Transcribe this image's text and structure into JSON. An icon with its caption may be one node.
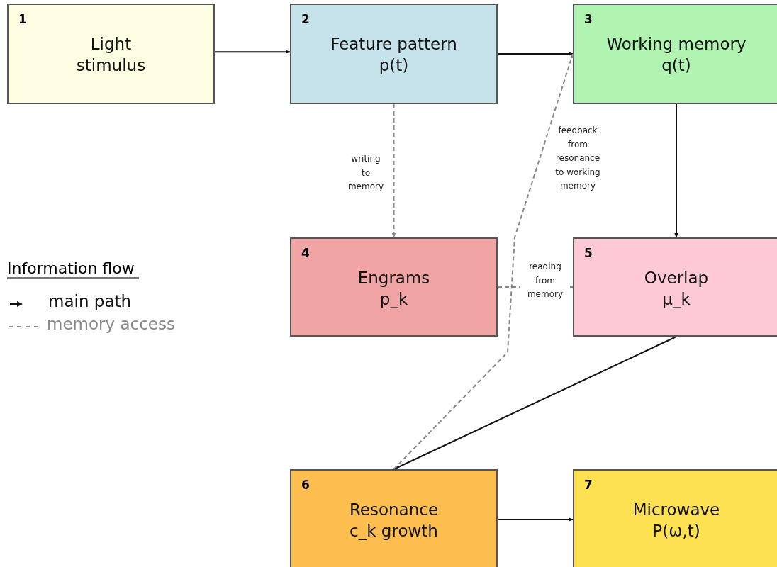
{
  "diagram": {
    "nodes": [
      {
        "text": [
          "1",
          "Light stimulus"
        ]
      },
      {
        "text": [
          "2",
          "Feature pattern",
          "p(t)"
        ]
      },
      {
        "text": [
          "3",
          "Working memory",
          "q(t)"
        ]
      },
      {
        "text": [
          "4",
          "Engrams",
          "p_k"
        ]
      },
      {
        "text": [
          "5",
          "Overlap",
          "μ_k"
        ]
      },
      {
        "text": [
          "6",
          "Resonance",
          "c_k growth"
        ]
      },
      {
        "text": [
          "7",
          "Microwave",
          "P(ω,t)"
        ]
      }
    ],
    "edges": [
      {
        "from": 0,
        "to": 1,
        "arrow": "to"
      },
      {
        "from": 1,
        "to": 2,
        "arrow": "to"
      },
      {
        "from": 1,
        "to": 3,
        "arrow": "to",
        "label": "writing to memory",
        "style": "dashed",
        "color": "#888888"
      },
      {
        "from": 2,
        "to": 4,
        "arrow": "to"
      },
      {
        "from": 3,
        "to": 4,
        "arrow": "to",
        "label": "reading from memory",
        "style": "dashed",
        "color": "#888888"
      },
      {
        "from": 4,
        "to": 5,
        "arrow": "to"
      },
      {
        "from": 5,
        "to": 2,
        "arrow": "to",
        "label": "feedback from resonance to working memory",
        "style": "dashed",
        "color": "#888888"
      },
      {
        "from": 5,
        "to": 6,
        "arrow": "to"
      }
    ],
    "labels": [
      "Information flow"
    ],
    "legend": [
      {
        "text": "main path"
      },
      {
        "text": "memory access"
      }
    ]
  }
}
